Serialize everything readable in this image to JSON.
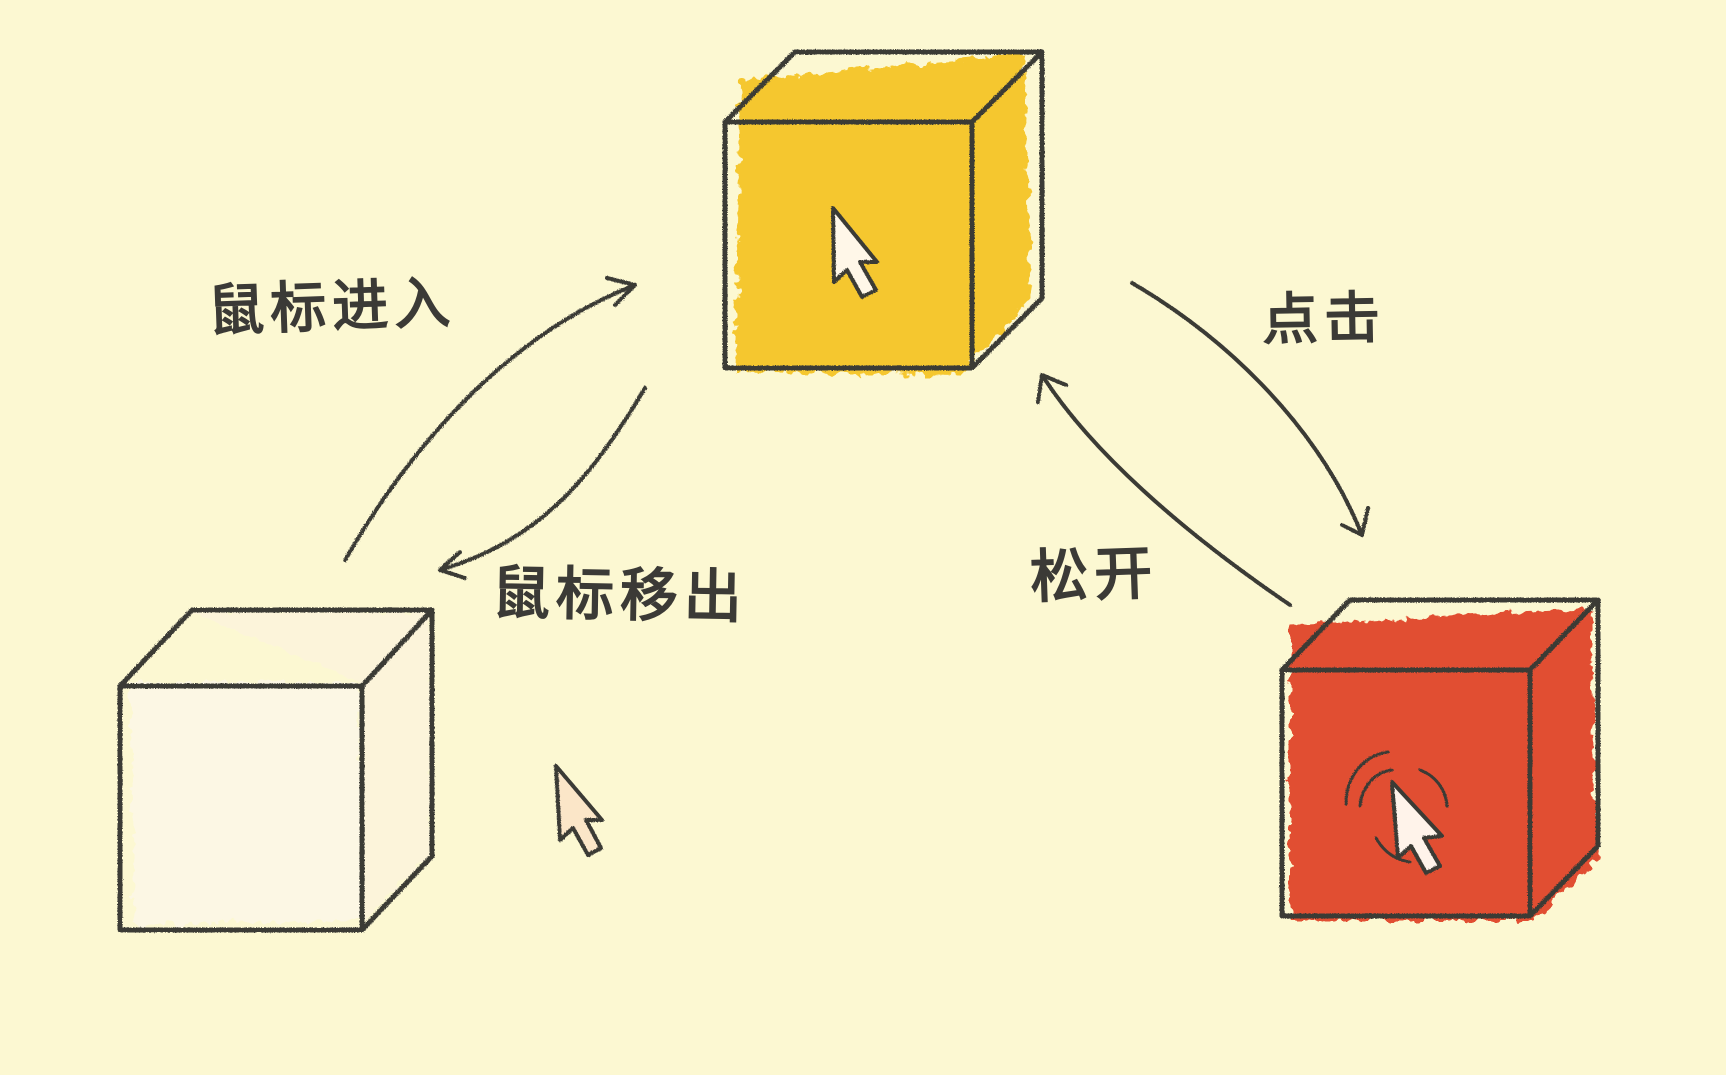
{
  "diagram": {
    "background": "#fcf8d2",
    "ink": "#3b3a36",
    "states": [
      {
        "id": "normal",
        "fill": "#fdf7e6"
      },
      {
        "id": "hover",
        "fill": "#f5c324"
      },
      {
        "id": "active",
        "fill": "#e0452a"
      }
    ],
    "transitions": {
      "mouse_enter": "鼠标进入",
      "mouse_leave": "鼠标移出",
      "click": "点击",
      "release": "松开"
    },
    "icons": [
      "cursor-arrow-icon",
      "cursor-arrow-icon",
      "cursor-click-icon"
    ]
  }
}
